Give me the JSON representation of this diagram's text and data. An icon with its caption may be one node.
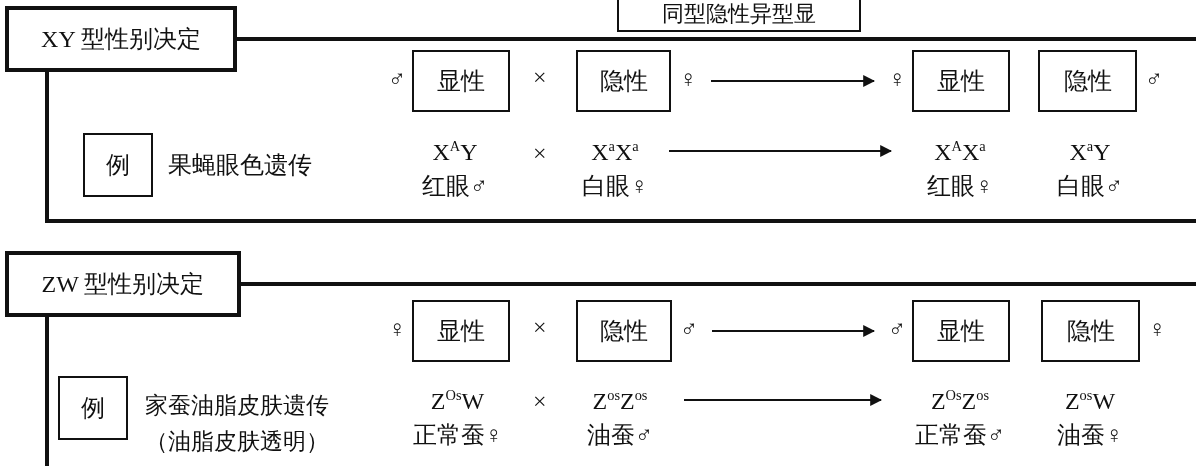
{
  "diagram": {
    "nodes": [
      {
        "text": [
          "同型隐性异型显"
        ]
      },
      {
        "text": [
          "XY 型性别决定"
        ]
      },
      {
        "text": [
          "显性"
        ],
        "beside": [
          "♂"
        ]
      },
      {
        "text": [
          "隐性"
        ],
        "beside": [
          "♀"
        ]
      },
      {
        "text": [
          "显性"
        ],
        "beside": [
          "♀"
        ]
      },
      {
        "text": [
          "隐性"
        ],
        "beside": [
          "♂"
        ]
      },
      {
        "text": [
          "例"
        ]
      },
      {
        "text": [
          "X$^{A}$Y",
          "红眼♂"
        ]
      },
      {
        "text": [
          "X$^{a}$X$^{a}$",
          "白眼♀"
        ]
      },
      {
        "text": [
          "X$^{A}$X$^{a}$",
          "红眼♀"
        ]
      },
      {
        "text": [
          "X$^{a}$Y",
          "白眼♂"
        ]
      },
      {
        "text": [
          "ZW 型性别决定"
        ]
      },
      {
        "text": [
          "显性"
        ],
        "beside": [
          "♀"
        ]
      },
      {
        "text": [
          "隐性"
        ],
        "beside": [
          "♂"
        ]
      },
      {
        "text": [
          "显性"
        ],
        "beside": [
          "♂"
        ]
      },
      {
        "text": [
          "隐性"
        ],
        "beside": [
          "♀"
        ]
      },
      {
        "text": [
          "例"
        ]
      },
      {
        "text": [
          "Z$^{Os}$W",
          "正常蚕♀"
        ]
      },
      {
        "text": [
          "Z$^{os}$Z$^{os}$",
          "油蚕♂"
        ]
      },
      {
        "text": [
          "Z$^{Os}$Z$^{os}$",
          "正常蚕♂"
        ]
      },
      {
        "text": [
          "Z$^{os}$W",
          "油蚕♀"
        ]
      }
    ],
    "edges": [
      {
        "from": 3,
        "to": 4,
        "arrow": "to"
      },
      {
        "from": 8,
        "to": 9,
        "arrow": "to"
      },
      {
        "from": 13,
        "to": 14,
        "arrow": "to"
      },
      {
        "from": 18,
        "to": 19,
        "arrow": "to"
      }
    ],
    "labels": [
      "×",
      "果蝇眼色遗传",
      "×",
      "×",
      "家蚕油脂皮肤遗传（油脂皮肤透明）",
      "×"
    ]
  }
}
